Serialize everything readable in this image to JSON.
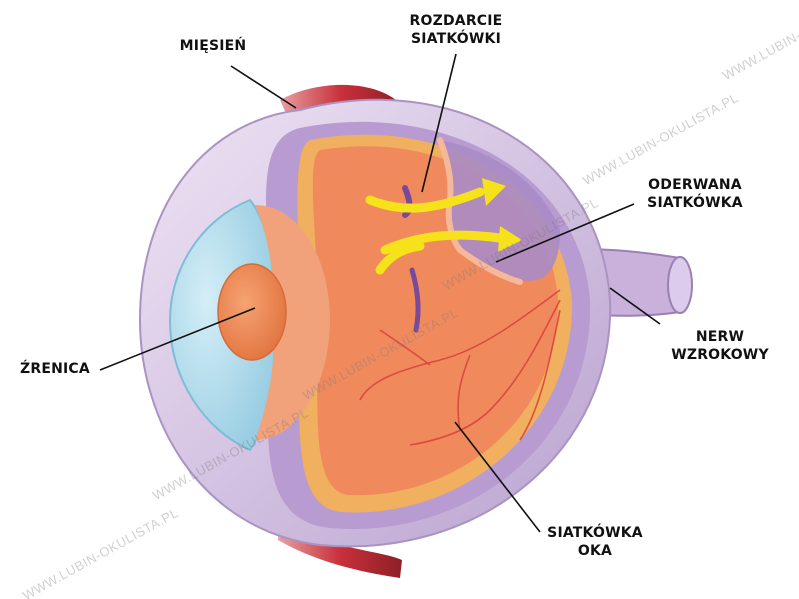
{
  "labels": {
    "muscle": "MIĘSIEŃ",
    "tear": "ROZDARCIE\nSIATKÓWKI",
    "detached": "ODERWANA\nSIATKÓWKA",
    "nerve": "NERW\nWZROKOWY",
    "pupil": "ŹRENICA",
    "retina": "SIATKÓWKA\nOKA"
  },
  "watermark": "WWW.LUBIN-OKULISTA.PL",
  "colors": {
    "retina": "#f08a5d",
    "retina_light": "#f6a07a",
    "choroid": "#e8a06a",
    "sclera": "#d9c7e6",
    "sclera_shadow": "#9b80b5",
    "cornea": "#a9d8ea",
    "lens": "#f28f58",
    "muscle": "#c9303a",
    "arrows": "#f5e21a",
    "vessels": "#d8403a"
  }
}
